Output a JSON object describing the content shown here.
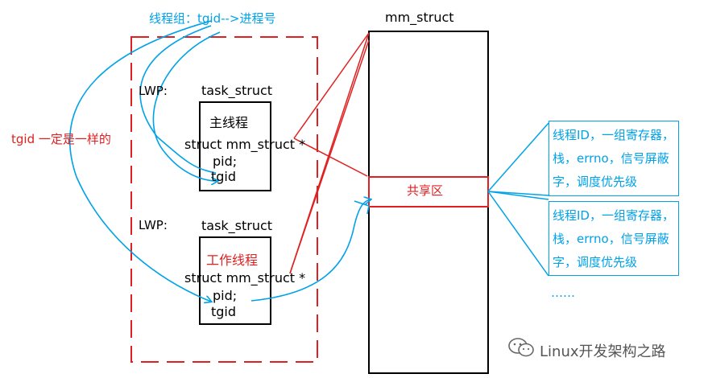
{
  "thread_group_label": "线程组：tgid-->进程号",
  "tgid_same_label": "tgid 一定是一样的",
  "mm_struct_title": "mm_struct",
  "shared_region_label": "共享区",
  "threads": [
    {
      "lwp_label": "LWP:",
      "struct_title": "task_struct",
      "name": "主线程",
      "field_mm": "struct mm_struct *",
      "field_pid": "pid;",
      "field_tgid": "tgid"
    },
    {
      "lwp_label": "LWP:",
      "struct_title": "task_struct",
      "name": "工作线程",
      "field_mm": "struct mm_struct *",
      "field_pid": "pid;",
      "field_tgid": "tgid"
    }
  ],
  "private_boxes": [
    {
      "line1": "线程ID，一组寄存器，",
      "line2": "栈，errno，信号屏蔽",
      "line3": "字，调度优先级"
    },
    {
      "line1": "线程ID，一组寄存器，",
      "line2": "栈，errno，信号屏蔽",
      "line3": "字，调度优先级"
    }
  ],
  "ellipsis": "……",
  "watermark": "Linux开发架构之路",
  "colors": {
    "dashed_group": "#e02020",
    "arrows_blue": "#00a2e8",
    "arrows_red": "#e02020",
    "black": "#000000"
  }
}
